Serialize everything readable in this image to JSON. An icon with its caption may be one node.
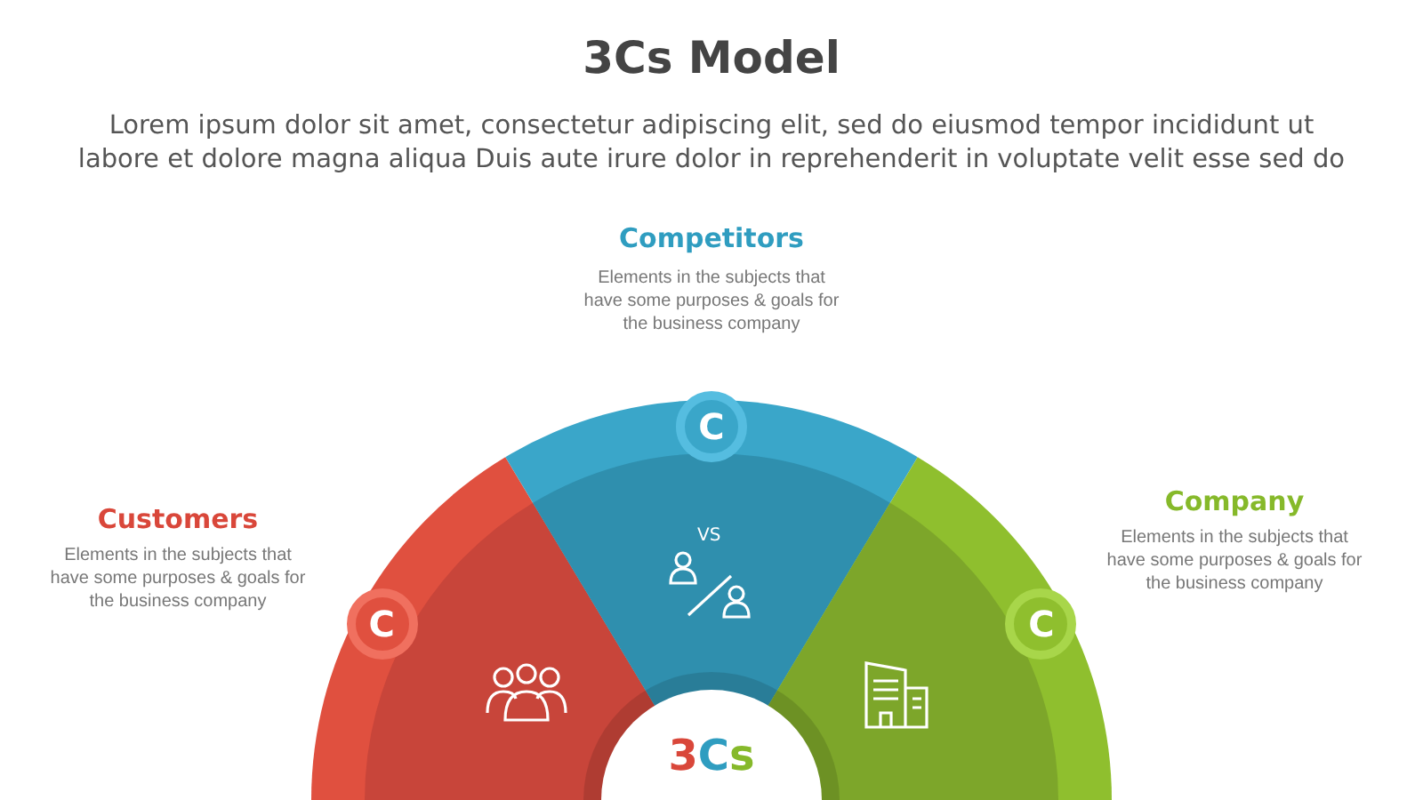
{
  "diagram": {
    "title": "3Cs Model",
    "nodes": [
      {
        "text": [
          "C"
        ],
        "beside": [
          "Customers",
          "Elements in the subjects that have  some purposes & goals for the  business company"
        ]
      },
      {
        "text": [
          "C"
        ],
        "beside": [
          "Competitors",
          "Elements in the subjects that have  some purposes & goals for the  business company"
        ]
      },
      {
        "text": [
          "C"
        ],
        "beside": [
          "Company",
          "Elements in the subjects that have  some purposes & goals for the  business company"
        ]
      },
      {
        "text": [
          "3Cs"
        ]
      }
    ],
    "labels": [
      "Lorem ipsum dolor sit amet, consectetur adipiscing elit, sed do eiusmod tempor incididunt ut labore et dolore magna aliqua Duis aute irure dolor in reprehenderit in voluptate velit esse sed do",
      "VS"
    ]
  }
}
